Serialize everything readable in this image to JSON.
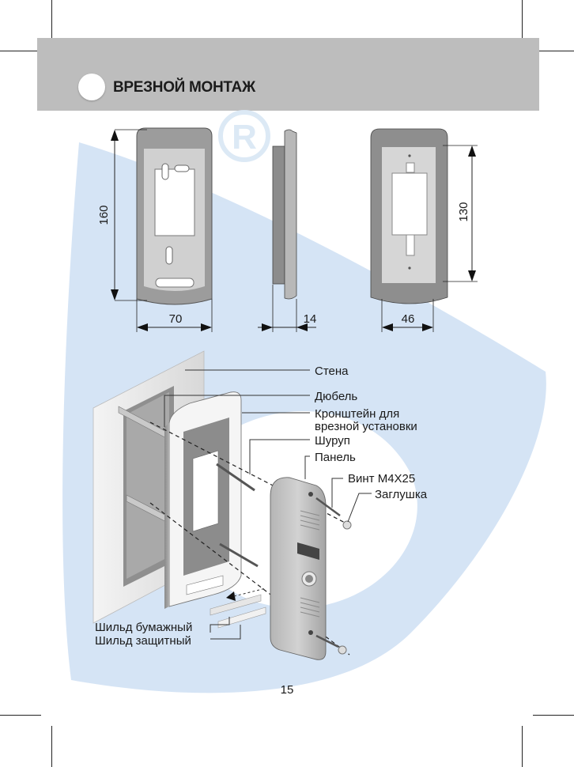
{
  "header": {
    "title": "ВРЕЗНОЙ МОНТАЖ"
  },
  "dimensions": {
    "bracket_height": "160",
    "bracket_width": "70",
    "side_depth": "14",
    "panel_height": "130",
    "panel_width": "46"
  },
  "callouts": {
    "wall": "Стена",
    "dowel": "Дюбель",
    "bracket_line1": "Кронштейн для",
    "bracket_line2": "врезной установки",
    "screw": "Шуруп",
    "panel": "Панель",
    "bolt": "Винт М4Х25",
    "plug": "Заглушка",
    "paper_plate": "Шильд бумажный",
    "protective_plate": "Шильд защитный"
  },
  "watermark": {
    "mark": "R"
  },
  "footer": {
    "page_number": "15"
  },
  "colors": {
    "header_bg": "#bdbdbd",
    "watermark_blue": "#cfe0f2",
    "bracket_gray": "#9a9a9a",
    "panel_gray": "#8e8e8e"
  }
}
